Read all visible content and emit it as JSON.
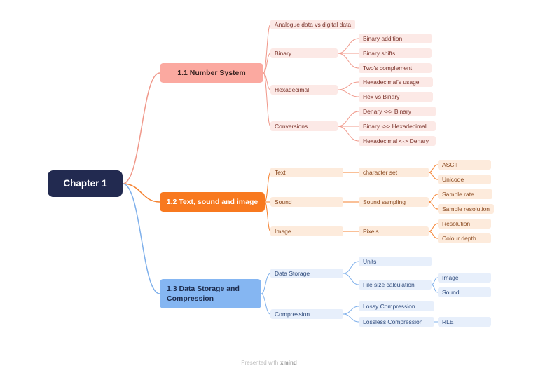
{
  "map": {
    "root": {
      "label": "Chapter 1"
    },
    "branches": [
      {
        "label": "1.1 Number System",
        "children": [
          {
            "label": "Analogue data vs digital data",
            "children": []
          },
          {
            "label": "Binary",
            "children": [
              {
                "label": "Binary addition"
              },
              {
                "label": "Binary shifts"
              },
              {
                "label": "Two's complement"
              }
            ]
          },
          {
            "label": "Hexadecimal",
            "children": [
              {
                "label": "Hexadecimal's usage"
              },
              {
                "label": "Hex vs Binary"
              }
            ]
          },
          {
            "label": "Conversions",
            "children": [
              {
                "label": "Denary <-> Binary"
              },
              {
                "label": "Binary <-> Hexadecimal"
              },
              {
                "label": "Hexadecimal <-> Denary"
              }
            ]
          }
        ]
      },
      {
        "label": "1.2 Text, sound and image",
        "children": [
          {
            "label": "Text",
            "children": [
              {
                "label": "character set",
                "children": [
                  {
                    "label": "ASCII"
                  },
                  {
                    "label": "Unicode"
                  }
                ]
              }
            ]
          },
          {
            "label": "Sound",
            "children": [
              {
                "label": "Sound sampling",
                "children": [
                  {
                    "label": "Sample rate"
                  },
                  {
                    "label": "Sample resolution"
                  }
                ]
              }
            ]
          },
          {
            "label": "Image",
            "children": [
              {
                "label": "Pixels",
                "children": [
                  {
                    "label": "Resolution"
                  },
                  {
                    "label": "Colour depth"
                  }
                ]
              }
            ]
          }
        ]
      },
      {
        "label": "1.3 Data Storage and Compression",
        "children": [
          {
            "label": "Data Storage",
            "children": [
              {
                "label": "Units"
              },
              {
                "label": "File size calculation",
                "children": [
                  {
                    "label": "Image"
                  },
                  {
                    "label": "Sound"
                  }
                ]
              }
            ]
          },
          {
            "label": "Compression",
            "children": [
              {
                "label": "Lossy Compression"
              },
              {
                "label": "Lossless Compression",
                "children": [
                  {
                    "label": "RLE"
                  }
                ]
              }
            ]
          }
        ]
      }
    ]
  },
  "footer": {
    "credit_prefix": "Presented with",
    "credit_brand": "xmind"
  },
  "colors": {
    "root_bg": "#222A50",
    "branch1_line": "#F0988A",
    "branch1_main_bg": "#FBA9A0",
    "branch1_child_bg": "#FCE9E6",
    "branch2_line": "#F5812F",
    "branch2_main_bg": "#F8791F",
    "branch2_child_bg": "#FDEBDC",
    "branch3_line": "#7FB0EB",
    "branch3_main_bg": "#85B6F2",
    "branch3_child_bg": "#E7EFFB"
  }
}
